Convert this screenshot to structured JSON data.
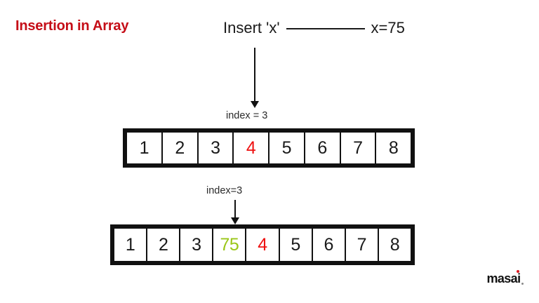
{
  "slide": {
    "title": "Insertion in Array",
    "background_color": "#ffffff",
    "title_color": "#c50d17"
  },
  "header": {
    "insert_label": "Insert 'x'",
    "value_label": "x=75",
    "connector": "horizontal-line"
  },
  "arrows": {
    "main": "down-arrow",
    "second": "down-arrow"
  },
  "labels": {
    "index_before": "index = 3",
    "index_after": "index=3"
  },
  "arrays": {
    "before": {
      "caption": "index = 3",
      "cells": [
        {
          "value": "1",
          "color": "#1a1a1a"
        },
        {
          "value": "2",
          "color": "#1a1a1a"
        },
        {
          "value": "3",
          "color": "#1a1a1a"
        },
        {
          "value": "4",
          "color": "#ee1111"
        },
        {
          "value": "5",
          "color": "#1a1a1a"
        },
        {
          "value": "6",
          "color": "#1a1a1a"
        },
        {
          "value": "7",
          "color": "#1a1a1a"
        },
        {
          "value": "8",
          "color": "#1a1a1a"
        }
      ]
    },
    "after": {
      "caption": "index=3",
      "cells": [
        {
          "value": "1",
          "color": "#1a1a1a"
        },
        {
          "value": "2",
          "color": "#1a1a1a"
        },
        {
          "value": "3",
          "color": "#1a1a1a"
        },
        {
          "value": "75",
          "color": "#9ac618"
        },
        {
          "value": "4",
          "color": "#ee1111"
        },
        {
          "value": "5",
          "color": "#1a1a1a"
        },
        {
          "value": "6",
          "color": "#1a1a1a"
        },
        {
          "value": "7",
          "color": "#1a1a1a"
        },
        {
          "value": "8",
          "color": "#1a1a1a"
        }
      ]
    }
  },
  "logo": {
    "wordmark": "masai",
    "accent_color": "#e01b22"
  }
}
